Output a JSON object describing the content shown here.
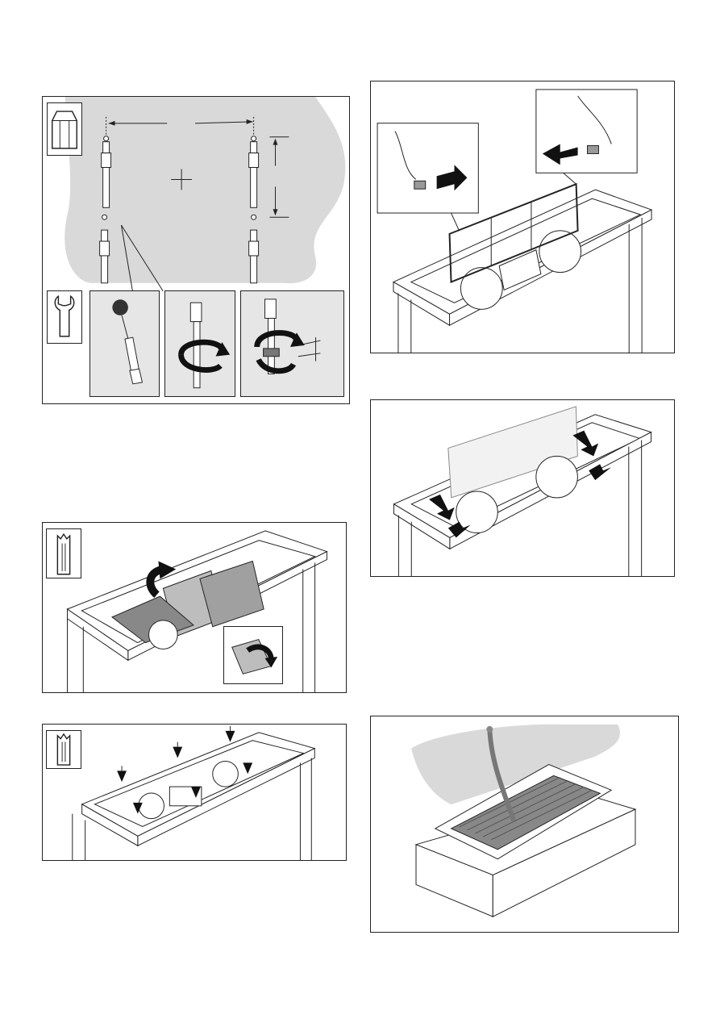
{
  "page": {
    "background": "#ffffff"
  },
  "colors": {
    "line": "#222222",
    "wall_gray": "#d9d9d9",
    "box_gray": "#e6e6e6",
    "metal": "#a8a8a8",
    "arrow": "#111111"
  },
  "panels": [
    {
      "id": "mounting-bolts",
      "icons": [
        "hex-socket-icon",
        "open-wrench-icon"
      ]
    },
    {
      "id": "remove-cover-plate",
      "icons": [
        "torx-screwdriver-icon"
      ]
    },
    {
      "id": "insert-screws",
      "icons": [
        "torx-screwdriver-icon"
      ]
    },
    {
      "id": "remove-grease-filter",
      "icons": []
    },
    {
      "id": "insert-grease-filter",
      "icons": []
    },
    {
      "id": "suspend-unit",
      "icons": []
    }
  ]
}
